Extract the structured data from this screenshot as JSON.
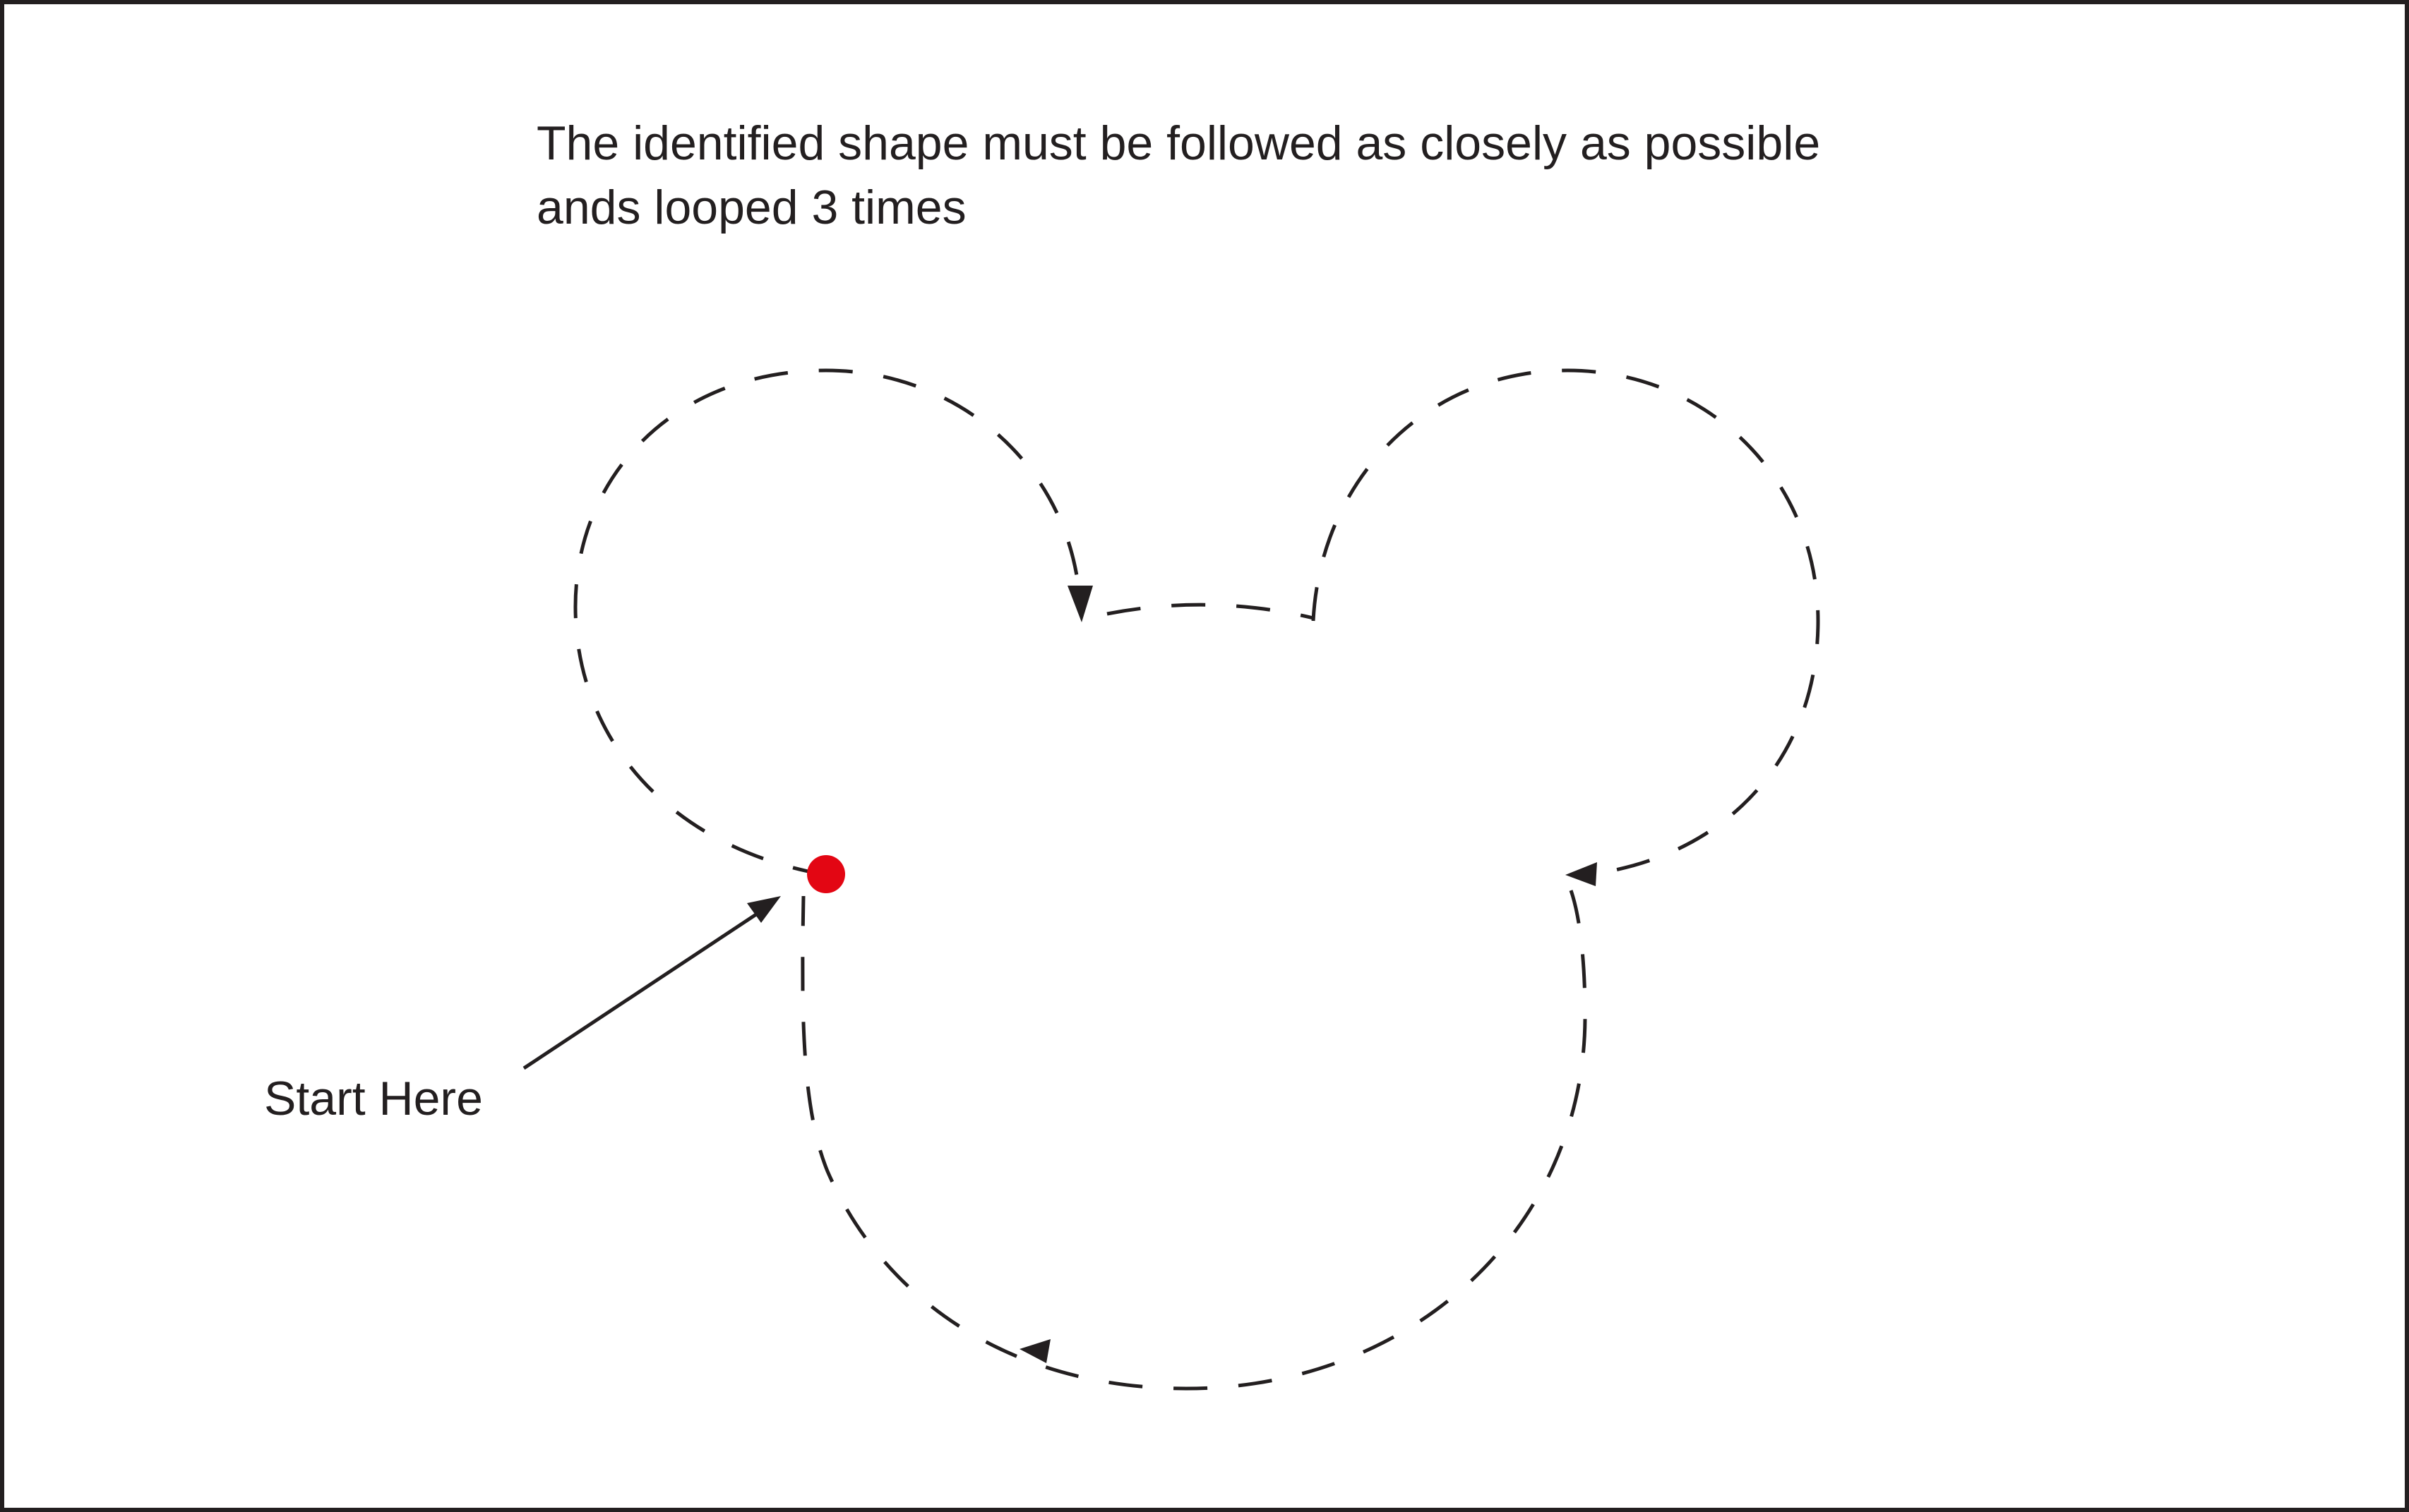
{
  "instructions": {
    "line1": "The identified shape must be followed as closely as possible",
    "line2": "ands looped 3 times"
  },
  "start_label": "Start Here",
  "colors": {
    "start_marker": "#e30613",
    "stroke": "#231f20",
    "border": "#231f20",
    "background": "#ffffff"
  }
}
